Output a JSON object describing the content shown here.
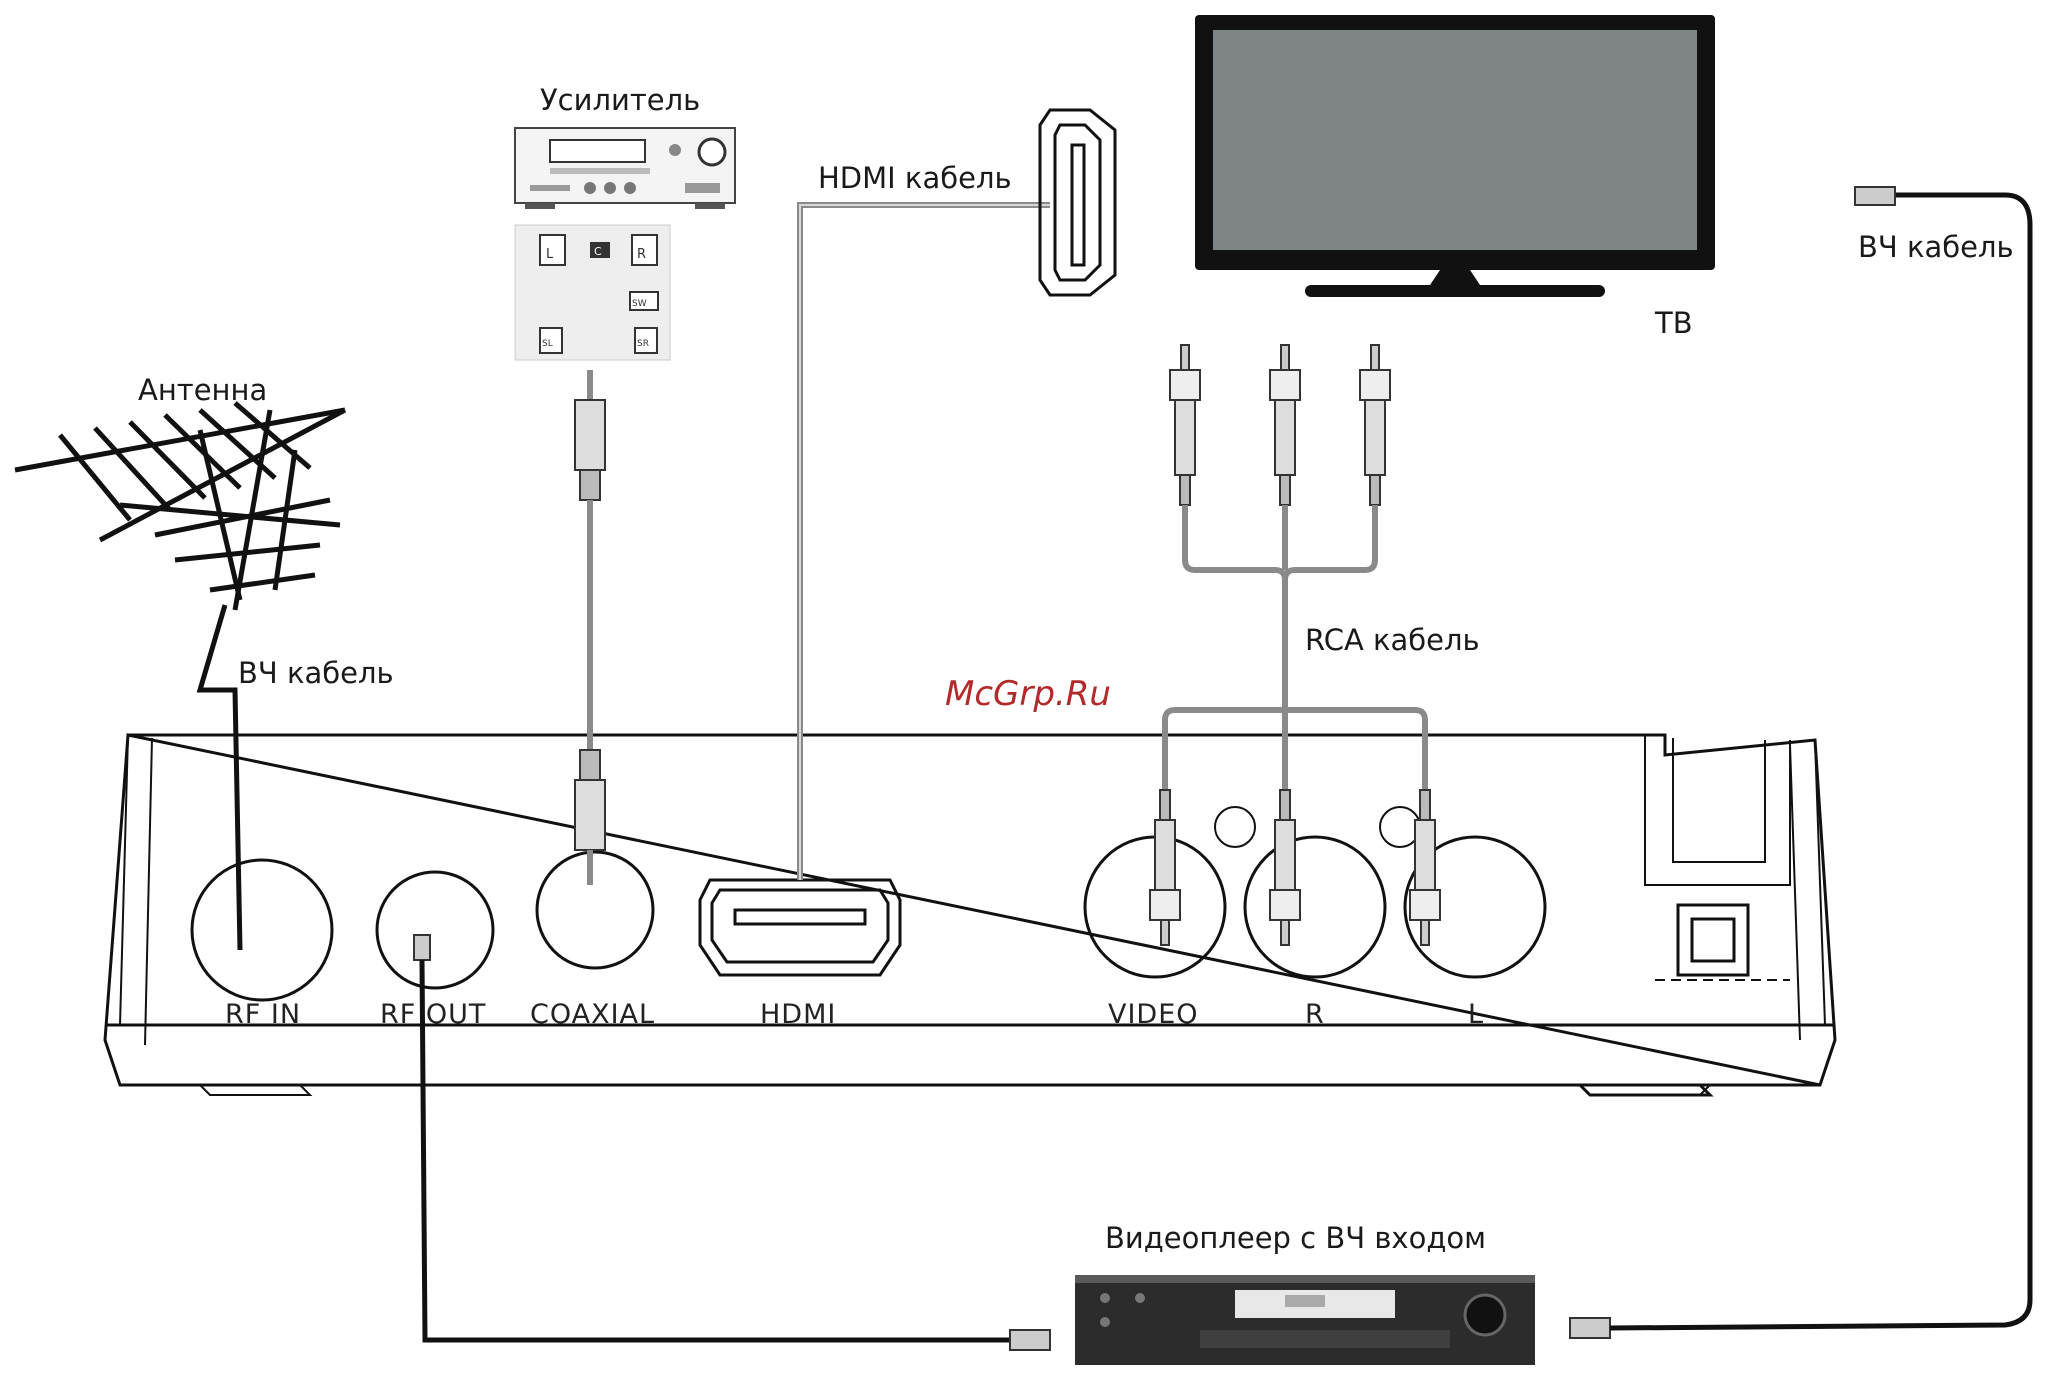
{
  "labels": {
    "amplifier": "Усилитель",
    "hdmi_cable": "HDMI кабель",
    "rf_cable_right": "ВЧ кабель",
    "tv": "ТВ",
    "antenna": "Антенна",
    "rf_cable_left": "ВЧ кабель",
    "rca_cable": "RCA кабель",
    "watermark": "McGrp.Ru",
    "video_player": "Видеоплеер с ВЧ входом"
  },
  "ports": {
    "rf_in": "RF IN",
    "rf_out": "RF OUT",
    "coaxial": "COAXIAL",
    "hdmi": "HDMI",
    "video": "VIDEO",
    "r": "R",
    "l": "L"
  },
  "amp_speakers": {
    "front_left": "L",
    "center": "C",
    "front_right": "R",
    "subwoofer": "SW",
    "rear_left": "SL",
    "rear_right": "SR"
  },
  "colors": {
    "watermark": "#b22a2a",
    "cable_grey": "#8a8a8a",
    "tv_screen": "#7f8487"
  }
}
